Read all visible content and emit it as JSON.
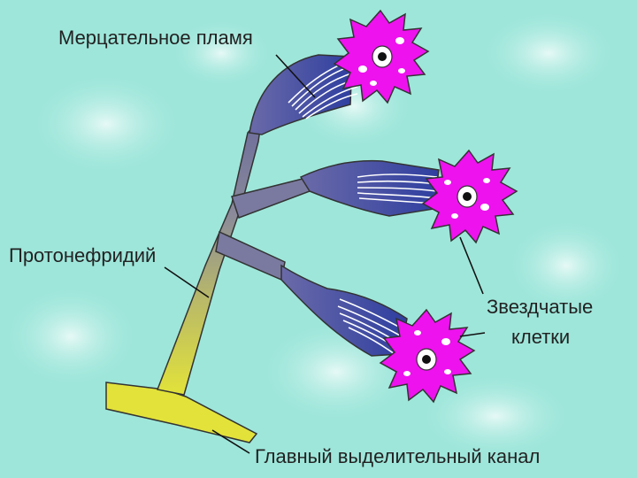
{
  "labels": {
    "flame": "Мерцательное пламя",
    "protonephridium": "Протонефридий",
    "stellate_line1": "Звездчатые",
    "stellate_line2": "клетки",
    "main_canal": "Главный выделительный канал"
  },
  "colors": {
    "background": "#9ee6da",
    "background_light": "#dff7f3",
    "tube_yellow": "#e2e23a",
    "tube_blue": "#3a4aa8",
    "cell_magenta": "#ee12ee",
    "text": "#222222"
  }
}
